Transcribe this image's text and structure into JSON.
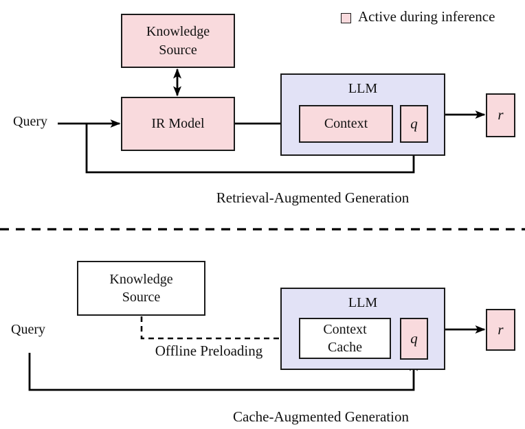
{
  "legend": {
    "label": "Active during inference"
  },
  "colors": {
    "active_fill": "#f9dadd",
    "llm_fill": "#e2e2f6",
    "offline_fill": "#ffffff",
    "border": "#1a1a1a",
    "wire": "#000000"
  },
  "rag": {
    "caption": "Retrieval-Augmented Generation",
    "query_label": "Query",
    "knowledge_source_label": "Knowledge Source",
    "ir_model_label": "IR Model",
    "llm_label": "LLM",
    "context_label": "Context",
    "query_token_label": "q",
    "response_label": "r"
  },
  "cag": {
    "caption": "Cache-Augmented Generation",
    "query_label": "Query",
    "knowledge_source_label": "Knowledge Source",
    "offline_preloading_label": "Offline Preloading",
    "llm_label": "LLM",
    "context_cache_label": "Context Cache",
    "query_token_label": "q",
    "response_label": "r"
  }
}
